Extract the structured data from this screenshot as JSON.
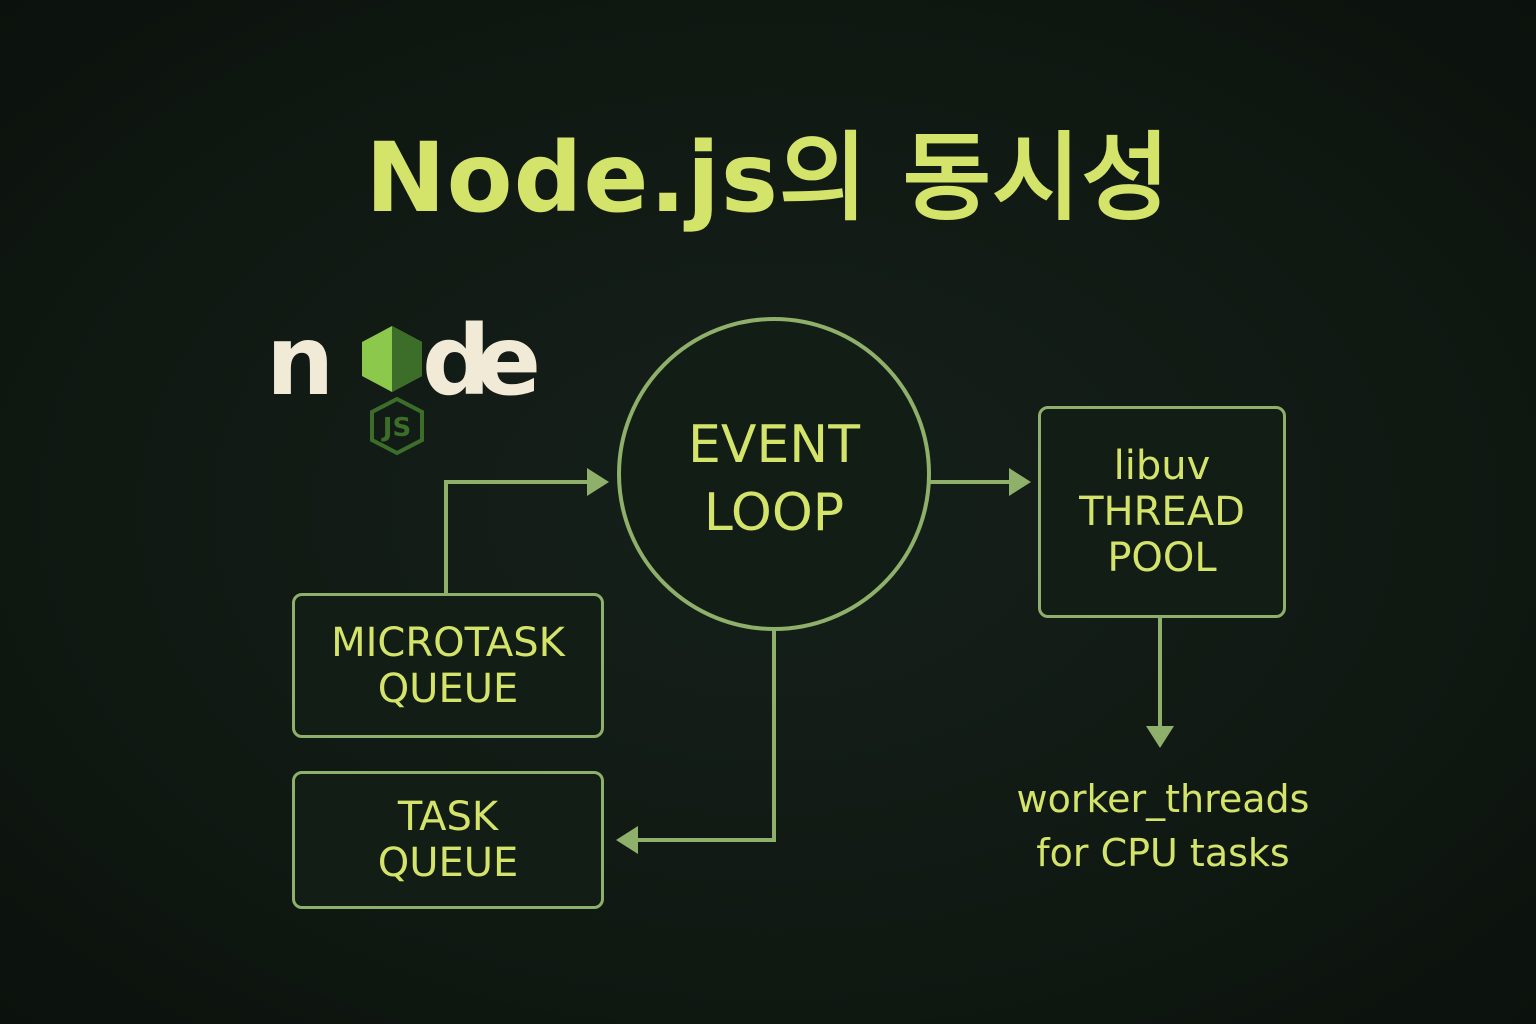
{
  "colors": {
    "background": "#101912",
    "accent_text": "#d4e36a",
    "line": "#8fb06a",
    "logo_text": "#f0ead6",
    "logo_hex_light": "#8cc84b",
    "logo_hex_dark": "#3c6e2a"
  },
  "title": "Node.js의 동시성",
  "logo": {
    "wordmark_parts": [
      "n",
      "d",
      "e"
    ],
    "badge": "JS",
    "icon": "nodejs-logo-icon"
  },
  "diagram": {
    "event_loop": {
      "lines": [
        "EVENT",
        "LOOP"
      ]
    },
    "thread_pool": {
      "lines": [
        "libuv",
        "THREAD",
        "POOL"
      ]
    },
    "microtask_queue": {
      "lines": [
        "MICROTASK",
        "QUEUE"
      ]
    },
    "task_queue": {
      "lines": [
        "TASK",
        "QUEUE"
      ]
    },
    "worker_note": {
      "lines": [
        "worker_threads",
        "for CPU tasks"
      ]
    }
  }
}
